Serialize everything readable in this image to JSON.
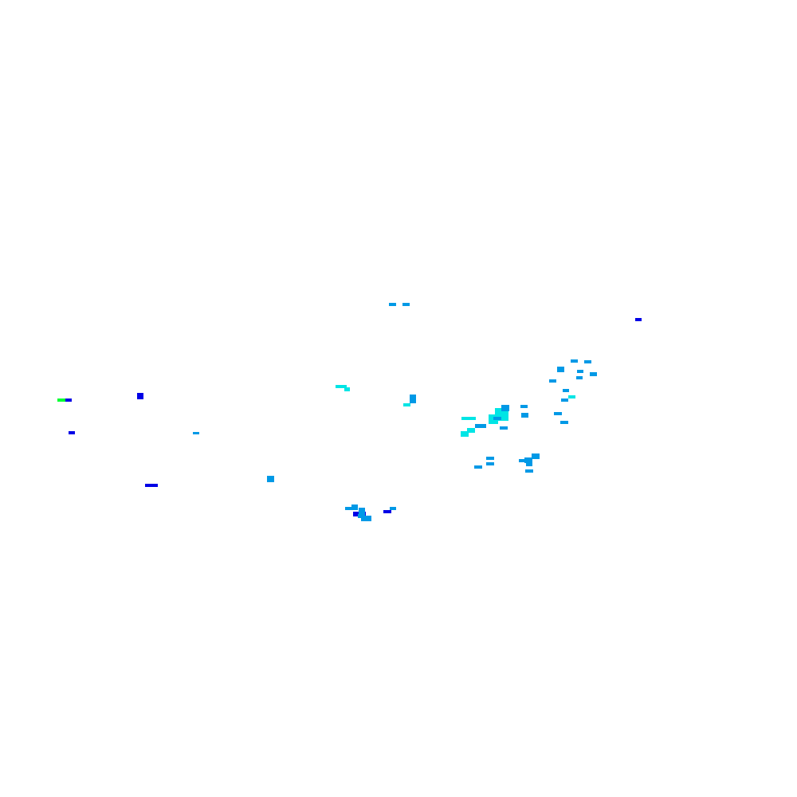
{
  "map": {
    "background_color": "#ffffff",
    "legend_colors": {
      "low": "#00ff33",
      "medium_low": "#00e5e5",
      "medium": "#0099e6",
      "high": "#0000e6"
    },
    "cells": [
      {
        "intensity": "low"
      },
      {
        "intensity": "high"
      },
      {
        "intensity": "high"
      },
      {
        "intensity": "high"
      },
      {
        "intensity": "medium"
      },
      {
        "intensity": "high"
      },
      {
        "intensity": "medium"
      },
      {
        "intensity": "medium"
      },
      {
        "intensity": "medium"
      },
      {
        "intensity": "medium_low"
      },
      {
        "intensity": "medium_low"
      },
      {
        "intensity": "medium_low"
      },
      {
        "intensity": "medium"
      },
      {
        "intensity": "medium"
      },
      {
        "intensity": "medium"
      },
      {
        "intensity": "high"
      },
      {
        "intensity": "medium"
      },
      {
        "intensity": "medium"
      },
      {
        "intensity": "medium"
      },
      {
        "intensity": "high"
      },
      {
        "intensity": "medium"
      },
      {
        "intensity": "high"
      },
      {
        "intensity": "medium"
      },
      {
        "intensity": "medium"
      },
      {
        "intensity": "medium"
      },
      {
        "intensity": "medium"
      },
      {
        "intensity": "medium"
      },
      {
        "intensity": "medium"
      },
      {
        "intensity": "medium"
      },
      {
        "intensity": "medium"
      },
      {
        "intensity": "medium"
      },
      {
        "intensity": "medium_low"
      },
      {
        "intensity": "medium_low"
      },
      {
        "intensity": "medium_low"
      },
      {
        "intensity": "medium_low"
      },
      {
        "intensity": "medium"
      },
      {
        "intensity": "medium_low"
      },
      {
        "intensity": "medium_low"
      },
      {
        "intensity": "medium"
      },
      {
        "intensity": "medium"
      },
      {
        "intensity": "medium"
      },
      {
        "intensity": "medium"
      },
      {
        "intensity": "medium"
      },
      {
        "intensity": "medium"
      },
      {
        "intensity": "medium"
      },
      {
        "intensity": "medium"
      },
      {
        "intensity": "medium"
      },
      {
        "intensity": "medium"
      },
      {
        "intensity": "medium"
      },
      {
        "intensity": "medium"
      },
      {
        "intensity": "medium"
      },
      {
        "intensity": "medium"
      },
      {
        "intensity": "medium"
      },
      {
        "intensity": "high"
      },
      {
        "intensity": "high"
      },
      {
        "intensity": "medium"
      },
      {
        "intensity": "medium"
      },
      {
        "intensity": "medium"
      }
    ]
  }
}
